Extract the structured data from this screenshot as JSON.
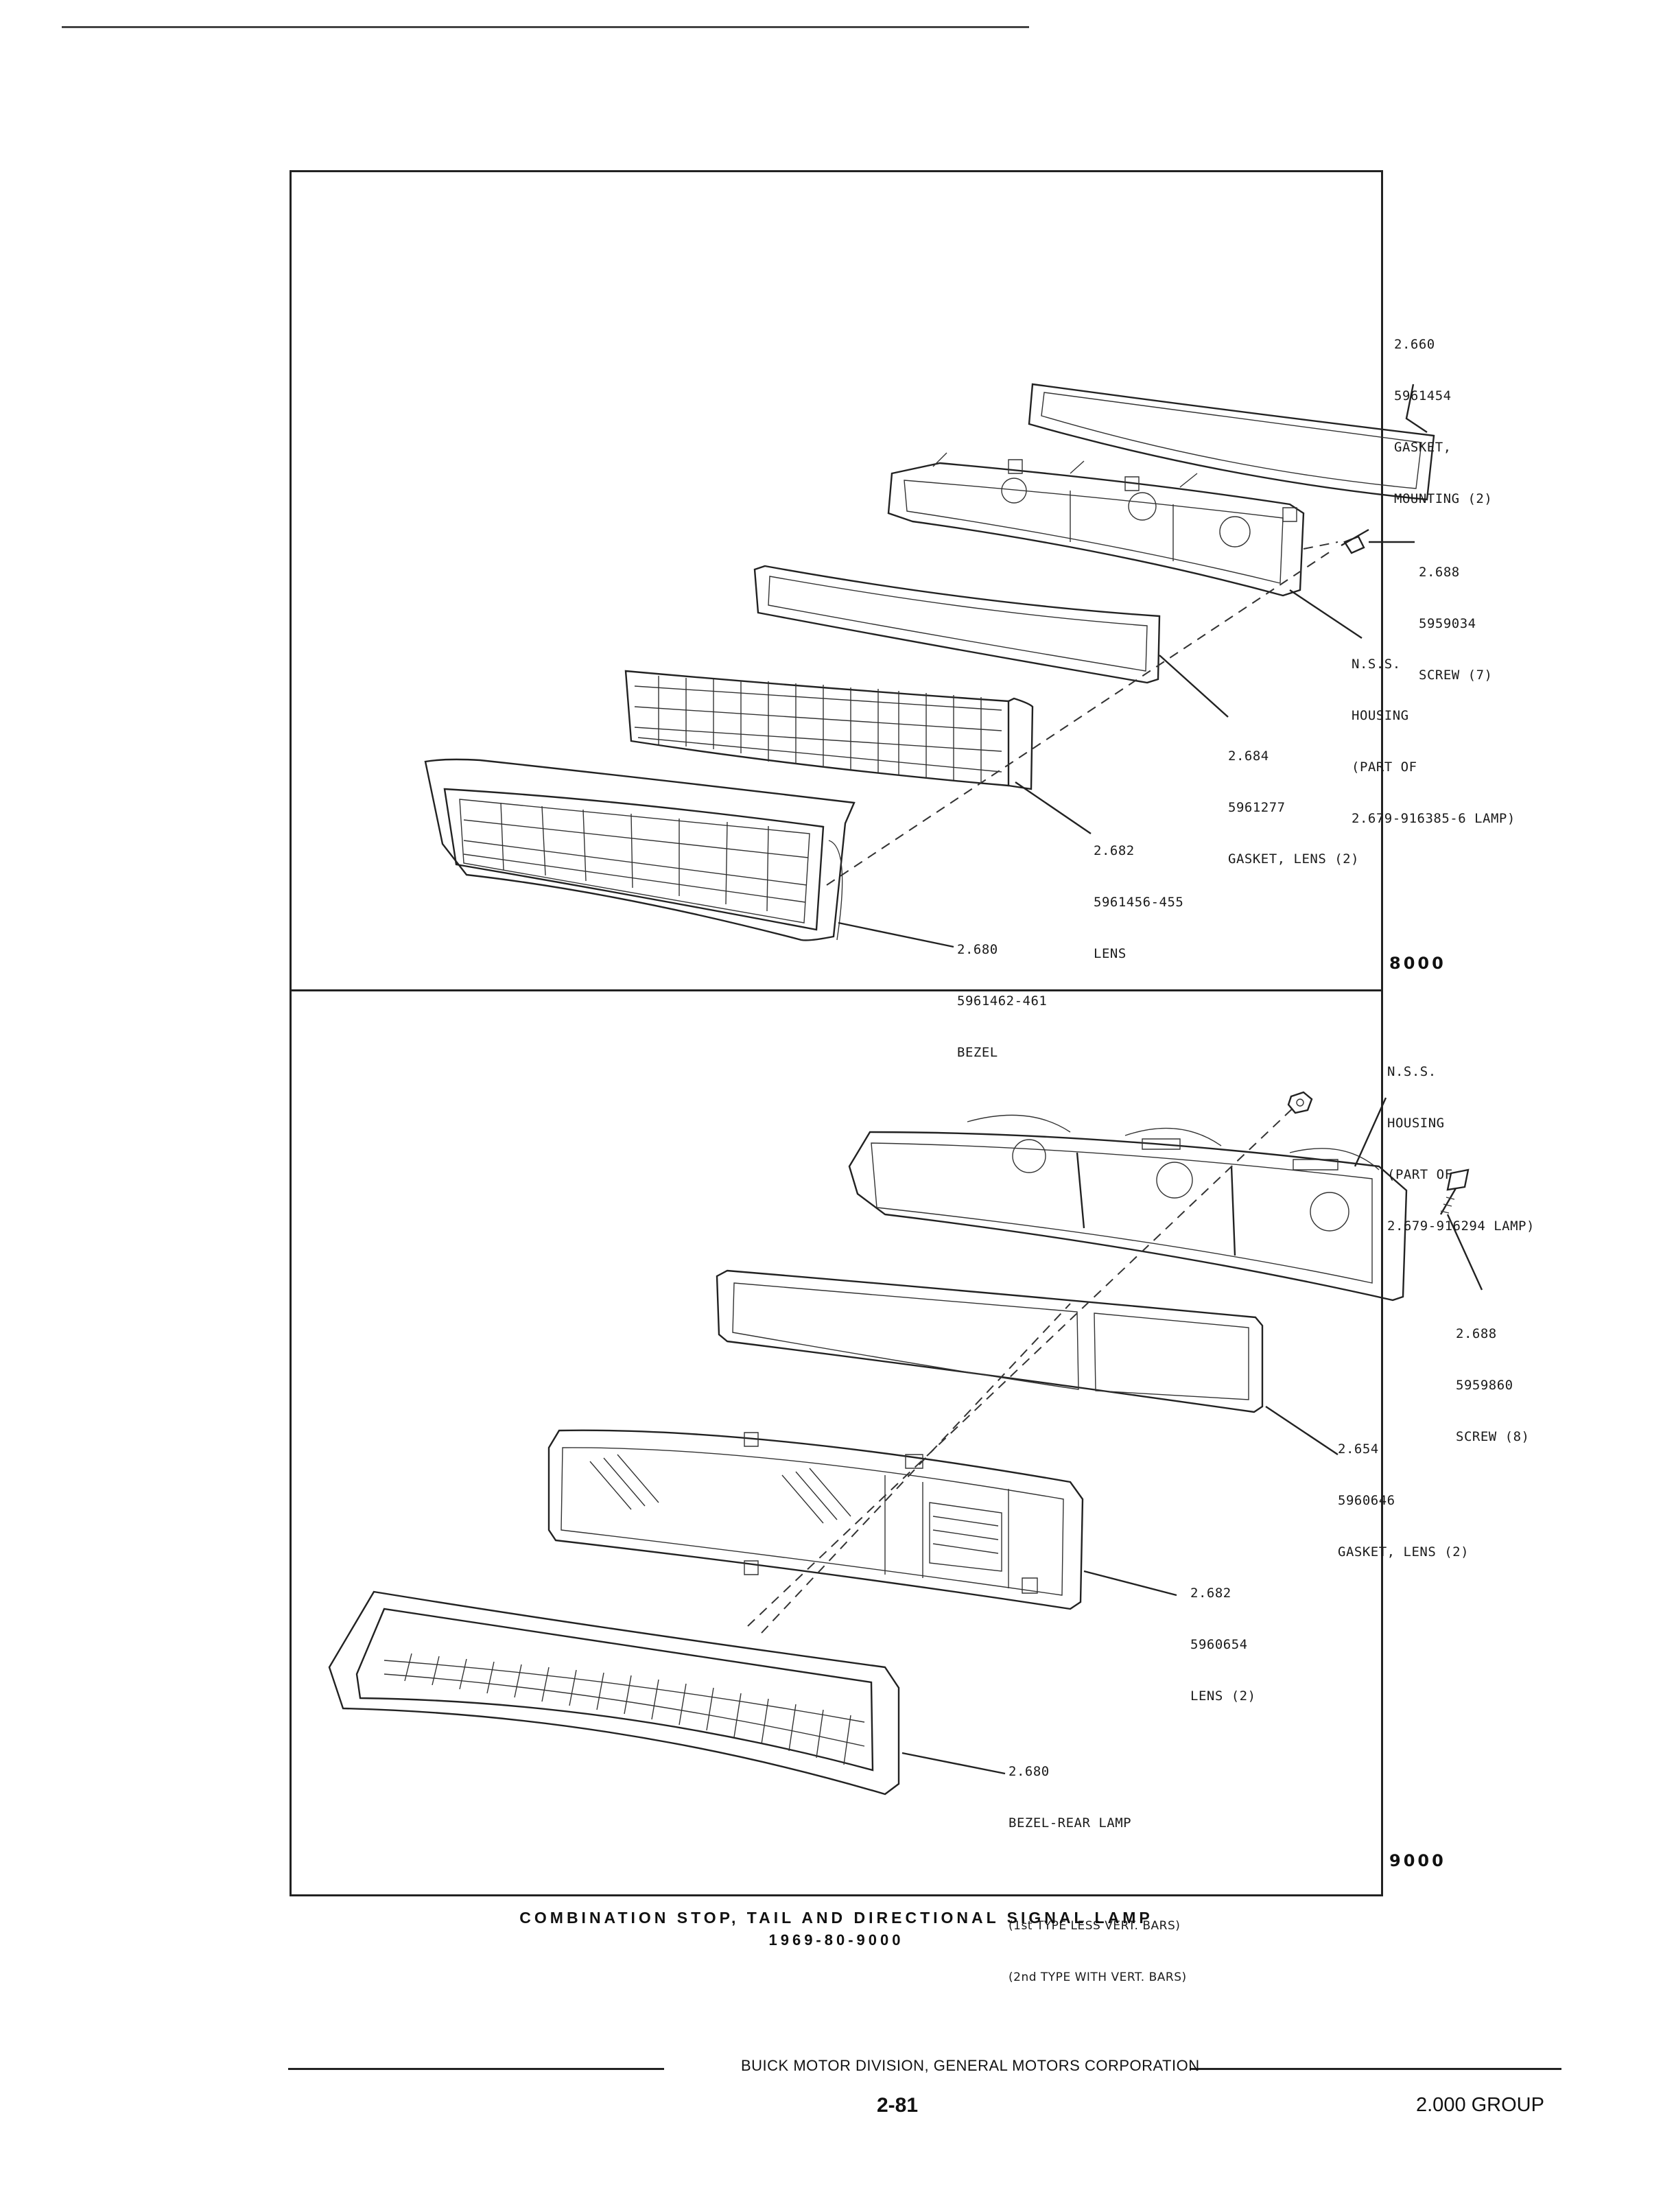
{
  "figure_top": {
    "number": "8000",
    "callouts": [
      {
        "name": "gasket-mounting",
        "lines": [
          "2.660",
          "5961454",
          "GASKET,",
          "MOUNTING (2)"
        ]
      },
      {
        "name": "screw",
        "lines": [
          "2.688",
          "5959034",
          "SCREW (7)"
        ]
      },
      {
        "name": "housing",
        "lines": [
          "N.S.S.",
          "HOUSING",
          "(PART OF",
          "2.679-916385-6 LAMP)"
        ]
      },
      {
        "name": "gasket-lens",
        "lines": [
          "2.684",
          "5961277",
          "GASKET, LENS (2)"
        ]
      },
      {
        "name": "lens",
        "lines": [
          "2.682",
          "5961456-455",
          "LENS"
        ]
      },
      {
        "name": "bezel",
        "lines": [
          "2.680",
          "5961462-461",
          "BEZEL"
        ]
      }
    ]
  },
  "figure_bottom": {
    "number": "9000",
    "callouts": [
      {
        "name": "housing",
        "lines": [
          "N.S.S.",
          "HOUSING",
          "(PART OF",
          "2.679-916294 LAMP)"
        ]
      },
      {
        "name": "screw",
        "lines": [
          "2.688",
          "5959860",
          "SCREW (8)"
        ]
      },
      {
        "name": "gasket-lens",
        "lines": [
          "2.654",
          "5960646",
          "GASKET, LENS (2)"
        ]
      },
      {
        "name": "lens",
        "lines": [
          "2.682",
          "5960654",
          "LENS (2)"
        ]
      },
      {
        "name": "bezel-rear-lamp",
        "lines": [
          "2.680",
          "BEZEL-REAR LAMP",
          "",
          "(1st TYPE LESS VERT. BARS)",
          "(2nd TYPE WITH VERT. BARS)"
        ]
      }
    ]
  },
  "caption": {
    "title": "COMBINATION STOP, TAIL AND DIRECTIONAL SIGNAL LAMP",
    "subtitle": "1969-80-9000"
  },
  "footer": {
    "company": "BUICK MOTOR DIVISION, GENERAL MOTORS CORPORATION",
    "page": "2-81",
    "group": "2.000 GROUP"
  }
}
